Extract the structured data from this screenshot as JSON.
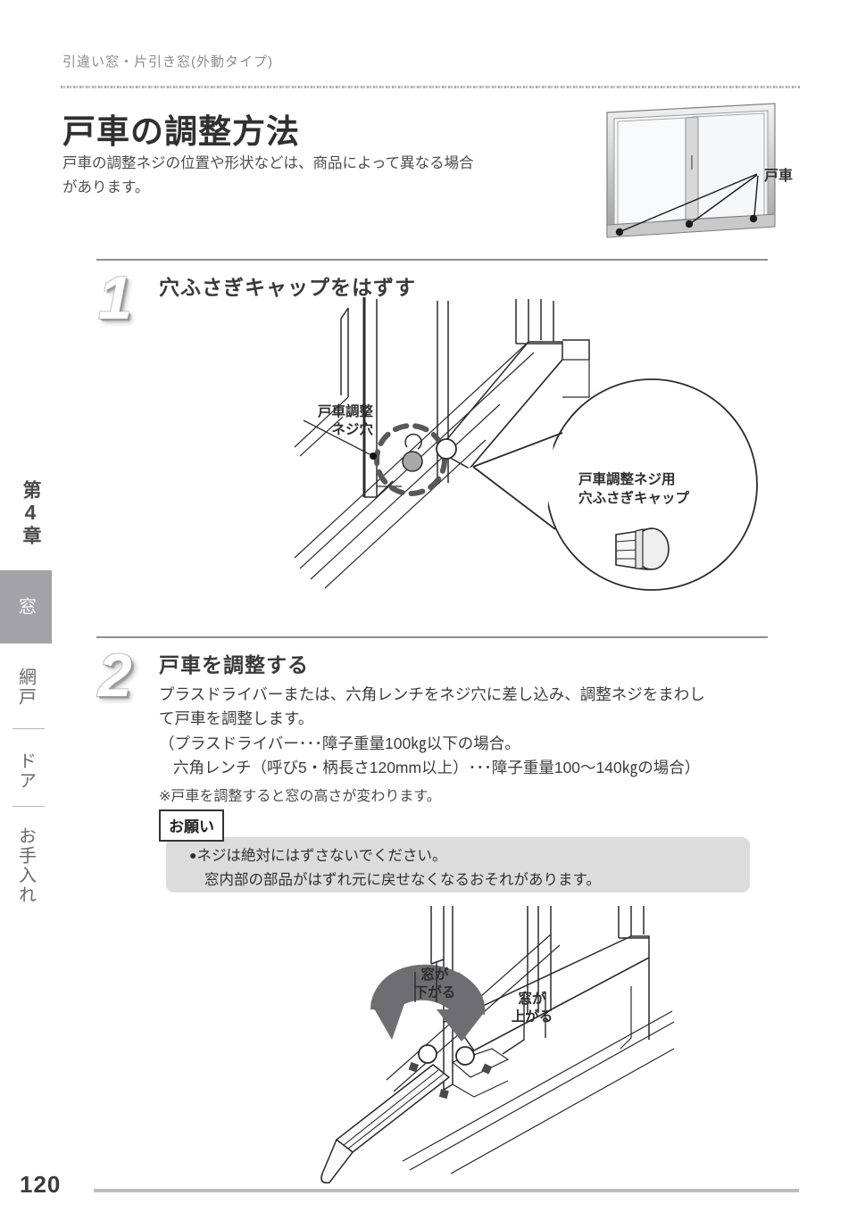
{
  "header": {
    "running_head": "引違い窓・片引き窓(外動タイプ)"
  },
  "title": {
    "heading": "戸車の調整方法",
    "subtitle": "戸車の調整ネジの位置や形状などは、商品によって異なる場合\nがあります。"
  },
  "hero": {
    "label": "戸車"
  },
  "sidebar": {
    "chapter_prefix": "第",
    "chapter_number": "4",
    "chapter_suffix": "章",
    "tabs": [
      {
        "label": "窓",
        "active": true
      },
      {
        "label": "網戸",
        "active": false
      },
      {
        "label": "ドア",
        "active": false
      },
      {
        "label": "お手入れ",
        "active": false
      }
    ]
  },
  "steps": [
    {
      "number": "1",
      "title": "穴ふさぎキャップをはずす",
      "labels": {
        "screw_hole": "戸車調整\nネジ穴",
        "callout": "戸車調整ネジ用\n穴ふさぎキャップ"
      }
    },
    {
      "number": "2",
      "title": "戸車を調整する",
      "body_line1": "プラスドライバーまたは、六角レンチをネジ穴に差し込み、調整ネジをまわし",
      "body_line2": "て戸車を調整します。",
      "body_line3": "（プラスドライバー･･･障子重量100㎏以下の場合。",
      "body_line4": "六角レンチ（呼び5・柄長さ120mm以上）･･･障子重量100〜140㎏の場合）",
      "note": "※戸車を調整すると窓の高さが変わります。",
      "notice": {
        "tag": "お願い",
        "item1": "ネジは絶対にはずさないでください。",
        "item1_sub": "窓内部の部品がはずれ元に戻せなくなるおそれがあります。"
      },
      "labels": {
        "window_down": "窓が\n下がる",
        "window_up": "窓が\n上がる"
      }
    }
  ],
  "footer": {
    "page_number": "120"
  },
  "colors": {
    "active_tab_bg": "#a3a3a7",
    "notice_bg": "#dcdcdc",
    "rule": "#8e8e92",
    "text": "#3a3a3a"
  }
}
